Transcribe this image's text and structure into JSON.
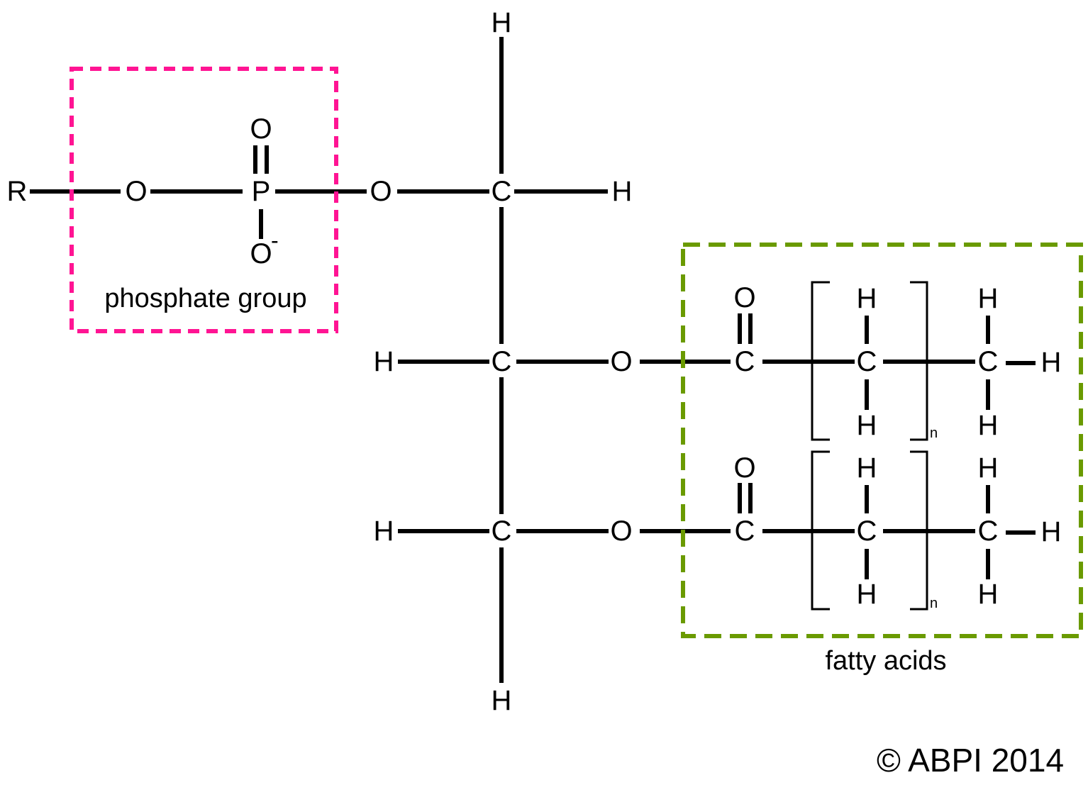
{
  "atoms": [
    "R",
    "O",
    "P",
    "O",
    "O",
    "O",
    "C",
    "H",
    "H",
    "C",
    "H",
    "O",
    "C",
    "O",
    "C",
    "H",
    "H",
    "C",
    "H",
    "H",
    "H",
    "C",
    "H",
    "O",
    "C",
    "O",
    "C",
    "H",
    "H",
    "C",
    "H",
    "H",
    "H",
    "H"
  ],
  "charge": "-",
  "subscript": "n",
  "labels": {
    "phosphate": "phosphate group",
    "fatty_acids": "fatty acids",
    "copyright": "© ABPI 2014"
  },
  "colors": {
    "phosphate_box": "#ff1493",
    "fatty_acid_box": "#6a9a00"
  }
}
